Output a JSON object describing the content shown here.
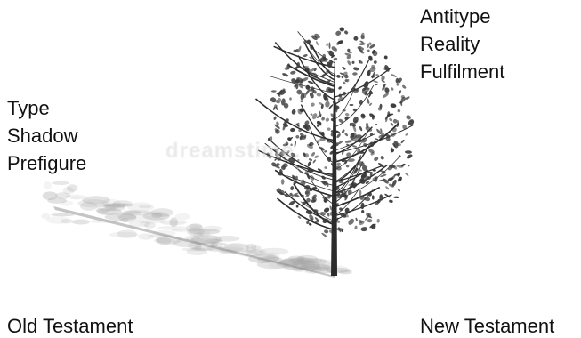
{
  "left_labels": [
    "Type",
    "Shadow",
    "Prefigure"
  ],
  "right_labels": [
    "Antitype",
    "Reality",
    "Fulfilment"
  ],
  "footer": {
    "left": "Old Testament",
    "right": "New Testament"
  },
  "watermark": "dreamstime.",
  "colors": {
    "tree": "#2b2b2b",
    "foliage": "#3a3a3a",
    "shadow": "#a8a8a8",
    "text": "#111111"
  }
}
